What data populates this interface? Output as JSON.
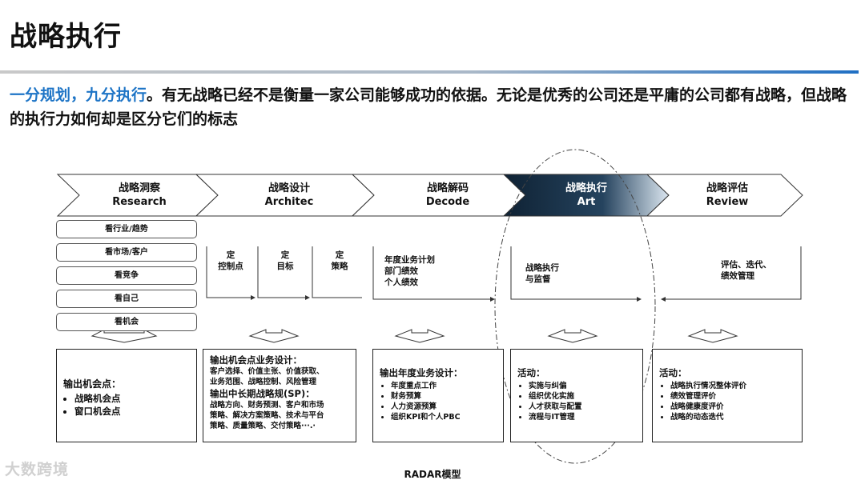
{
  "slide": {
    "title": "战略执行",
    "intro_highlight": "一分规划，九分执行",
    "intro_rest": "。有无战略已经不是衡量一家公司能够成功的依据。无论是优秀的公司还是平庸的公司都有战略，但战略的执行力如何却是区分它们的标志",
    "caption": "RADAR模型",
    "watermark": "大数跨境"
  },
  "stages": [
    {
      "cn": "战略洞察",
      "en": "Research"
    },
    {
      "cn": "战略设计",
      "en": "Architec"
    },
    {
      "cn": "战略解码",
      "en": "Decode"
    },
    {
      "cn": "战略执行",
      "en": "Art"
    },
    {
      "cn": "战略评估",
      "en": "Review"
    }
  ],
  "research": {
    "items": [
      "看行业/趋势",
      "看市场/客户",
      "看竞争",
      "看自己",
      "看机会"
    ]
  },
  "design": {
    "cols": [
      {
        "t1": "定",
        "t2": "控制点"
      },
      {
        "t1": "定",
        "t2": "目标"
      },
      {
        "t1": "定",
        "t2": "策略"
      }
    ]
  },
  "decode": {
    "lines": [
      "年度业务计划",
      "部门绩效",
      "个人绩效"
    ]
  },
  "execute": {
    "lines": [
      "战略执行",
      "与监督"
    ]
  },
  "review": {
    "lines": [
      "评估、迭代、",
      "绩效管理"
    ]
  },
  "outputs": {
    "research": {
      "head": "输出机会点：",
      "items": [
        "战略机会点",
        "窗口机会点"
      ]
    },
    "design": {
      "head1": "输出机会点业务设计：",
      "lines1": [
        "客户选择、价值主张、价值获取、",
        "业务范围、战略控制、风险管理"
      ],
      "head2": "输出中长期战略规(SP)：",
      "lines2": [
        "战略方向、财务预测、客户和市场",
        "策略、解决方案策略、技术与平台",
        "策略、质量策略、交付策略···.·"
      ]
    },
    "decode": {
      "head": "输出年度业务设计：",
      "items": [
        "年度重点工作",
        "财务预算",
        "人力资源预算",
        "组织KPI和个人PBC"
      ]
    },
    "execute": {
      "head": "活动：",
      "items": [
        "实施与纠偏",
        "组织优化实施",
        "人才获取与配置",
        "流程与IT管理"
      ]
    },
    "review": {
      "head": "活动：",
      "items": [
        "战略执行情况整体评价",
        "绩效管理评价",
        "战略健康度评价",
        "战略的动态迭代"
      ]
    }
  },
  "colors": {
    "accent": "#1d74c6",
    "active_stage": "#1b3348",
    "rule_end": "#1f6fc4"
  }
}
